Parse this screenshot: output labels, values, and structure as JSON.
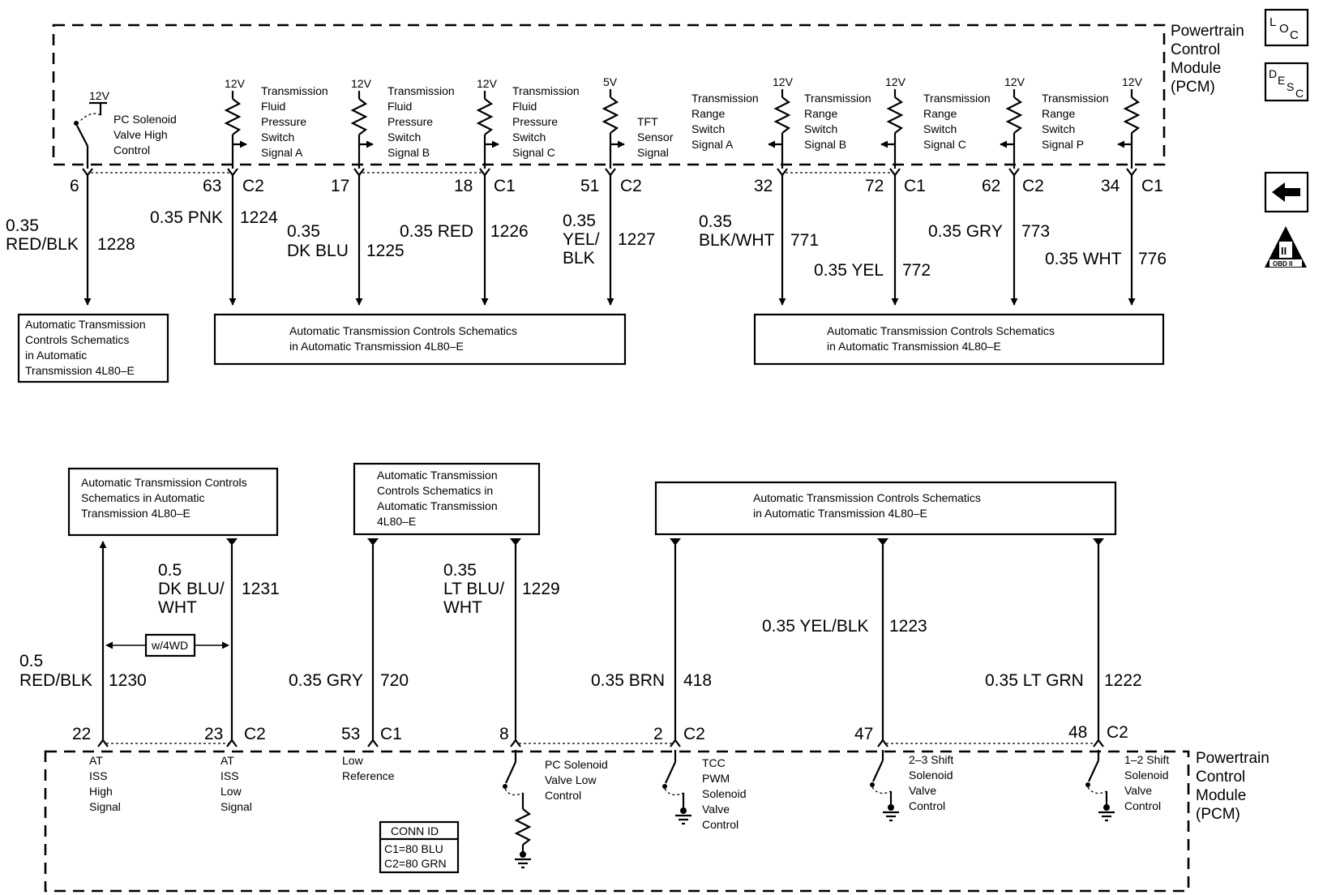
{
  "module": {
    "top": [
      "Powertrain",
      "Control",
      "Module",
      "(PCM)"
    ],
    "bottom": [
      "Powertrain",
      "Control",
      "Module",
      "(PCM)"
    ]
  },
  "nav_icons": {
    "loc": {
      "L": "L",
      "O": "O",
      "C": "C"
    },
    "desc": {
      "D": "D",
      "E": "E",
      "S": "S",
      "C": "C"
    },
    "back": "back-arrow-icon",
    "obd": {
      "numeral": "II",
      "label": "OBD II"
    }
  },
  "top": {
    "pc_solenoid": {
      "voltage": "12V",
      "label": [
        "PC Solenoid",
        "Valve High",
        "Control"
      ]
    },
    "tfps": [
      {
        "voltage": "12V",
        "label": [
          "Transmission",
          "Fluid",
          "Pressure",
          "Switch",
          "Signal A"
        ]
      },
      {
        "voltage": "12V",
        "label": [
          "Transmission",
          "Fluid",
          "Pressure",
          "Switch",
          "Signal B"
        ]
      },
      {
        "voltage": "12V",
        "label": [
          "Transmission",
          "Fluid",
          "Pressure",
          "Switch",
          "Signal C"
        ]
      }
    ],
    "tft": {
      "voltage": "5V",
      "label": [
        "TFT",
        "Sensor",
        "Signal"
      ]
    },
    "trs": [
      {
        "voltage": "12V",
        "label": [
          "Transmission",
          "Range",
          "Switch",
          "Signal A"
        ]
      },
      {
        "voltage": "12V",
        "label": [
          "Transmission",
          "Range",
          "Switch",
          "Signal B"
        ]
      },
      {
        "voltage": "12V",
        "label": [
          "Transmission",
          "Range",
          "Switch",
          "Signal C"
        ]
      },
      {
        "voltage": "12V",
        "label": [
          "Transmission",
          "Range",
          "Switch",
          "Signal P"
        ]
      }
    ],
    "wires": [
      {
        "pin": "6",
        "conn": "",
        "size": [
          "0.35"
        ],
        "color": [
          "RED/BLK"
        ],
        "circuit": "1228"
      },
      {
        "pin": "63",
        "conn": "C2",
        "size": [
          "0.35 PNK"
        ],
        "color": [],
        "circuit": "1224"
      },
      {
        "pin": "17",
        "conn": "",
        "size": [
          "0.35"
        ],
        "color": [
          "DK BLU"
        ],
        "circuit": "1225"
      },
      {
        "pin": "18",
        "conn": "C1",
        "size": [
          "0.35 RED"
        ],
        "color": [],
        "circuit": "1226"
      },
      {
        "pin": "51",
        "conn": "C2",
        "size": [
          "0.35"
        ],
        "color": [
          "YEL/",
          "BLK"
        ],
        "circuit": "1227"
      },
      {
        "pin": "32",
        "conn": "",
        "size": [
          "0.35"
        ],
        "color": [
          "BLK/WHT"
        ],
        "circuit": "771"
      },
      {
        "pin": "72",
        "conn": "C1",
        "size": [
          "0.35 YEL"
        ],
        "color": [],
        "circuit": "772"
      },
      {
        "pin": "62",
        "conn": "C2",
        "size": [
          "0.35 GRY"
        ],
        "color": [],
        "circuit": "773"
      },
      {
        "pin": "34",
        "conn": "C1",
        "size": [
          "0.35 WHT"
        ],
        "color": [],
        "circuit": "776"
      }
    ],
    "boxes": [
      [
        "Automatic Transmission",
        "Controls Schematics",
        "in Automatic",
        "Transmission 4L80–E"
      ],
      [
        "Automatic Transmission Controls Schematics",
        "in Automatic Transmission 4L80–E"
      ],
      [
        "Automatic Transmission Controls Schematics",
        "in Automatic Transmission 4L80–E"
      ]
    ]
  },
  "bottom": {
    "boxes": [
      [
        "Automatic Transmission Controls",
        "Schematics in Automatic",
        "Transmission 4L80–E"
      ],
      [
        "Automatic Transmission",
        "Controls Schematics in",
        "Automatic Transmission",
        "4L80–E"
      ],
      [
        "Automatic Transmission Controls Schematics",
        "in Automatic Transmission 4L80–E"
      ]
    ],
    "w4wd": "w/4WD",
    "wires": [
      {
        "pin": "22",
        "conn": "",
        "size": [
          "0.5"
        ],
        "color": [
          "RED/BLK"
        ],
        "circuit": "1230"
      },
      {
        "pin": "23",
        "conn": "C2",
        "size": [
          "0.5"
        ],
        "color": [
          "DK BLU/",
          "WHT"
        ],
        "circuit": "1231"
      },
      {
        "pin": "53",
        "conn": "C1",
        "size": [
          "0.35 GRY"
        ],
        "color": [],
        "circuit": "720"
      },
      {
        "pin": "8",
        "conn": "",
        "size": [
          "0.35"
        ],
        "color": [
          "LT BLU/",
          "WHT"
        ],
        "circuit": "1229"
      },
      {
        "pin": "2",
        "conn": "C2",
        "size": [
          "0.35 BRN"
        ],
        "color": [],
        "circuit": "418"
      },
      {
        "pin": "47",
        "conn": "",
        "size": [
          "0.35 YEL/BLK"
        ],
        "color": [],
        "circuit": "1223"
      },
      {
        "pin": "48",
        "conn": "C2",
        "size": [
          "0.35 LT GRN"
        ],
        "color": [],
        "circuit": "1222"
      }
    ],
    "signals": [
      [
        "AT",
        "ISS",
        "High",
        "Signal"
      ],
      [
        "AT",
        "ISS",
        "Low",
        "Signal"
      ],
      [
        "Low",
        "Reference"
      ],
      [
        "PC Solenoid",
        "Valve Low",
        "Control"
      ],
      [
        "TCC",
        "PWM",
        "Solenoid",
        "Valve",
        "Control"
      ],
      [
        "2–3 Shift",
        "Solenoid",
        "Valve",
        "Control"
      ],
      [
        "1–2 Shift",
        "Solenoid",
        "Valve",
        "Control"
      ]
    ],
    "conn_id": {
      "title": "CONN ID",
      "rows": [
        "C1=80 BLU",
        "C2=80 GRN"
      ]
    }
  }
}
